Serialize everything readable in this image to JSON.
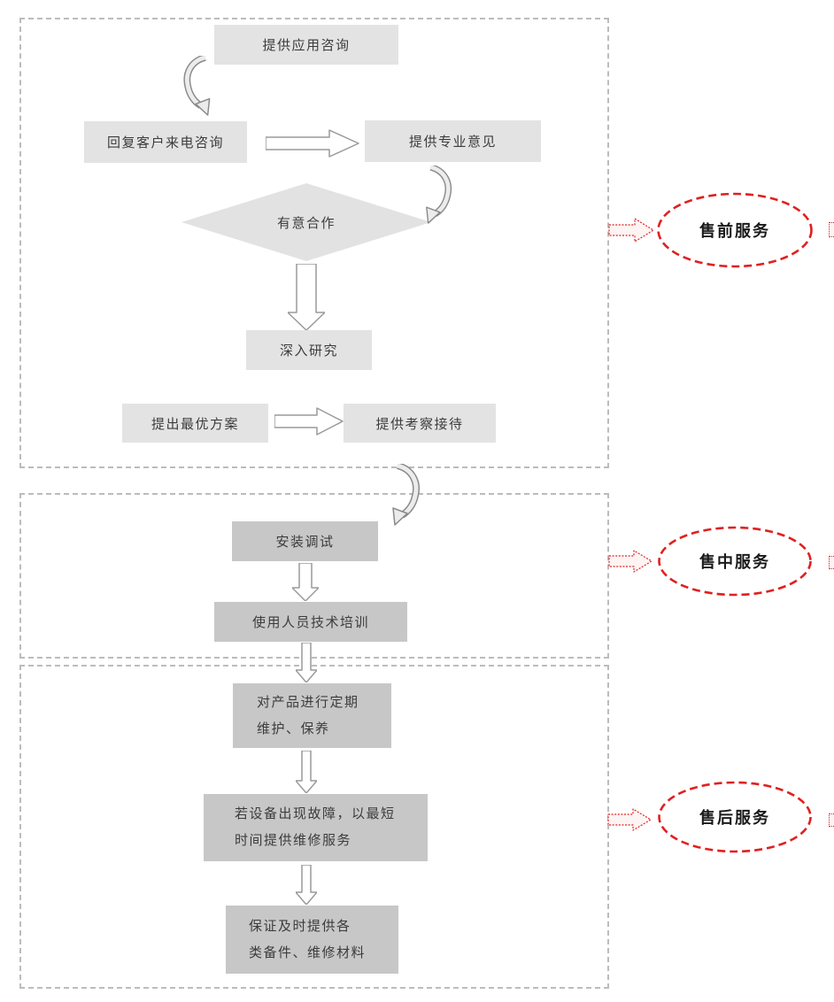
{
  "colors": {
    "accent_red": "#e02020",
    "box_light_fill": "#e3e3e3",
    "box_dark_fill": "#c7c7c7",
    "section_border_gray": "#bcbcbc",
    "arrow_outline_gray": "#9a9a9a",
    "text_dark": "#3c3c3c"
  },
  "pre_sales": {
    "badge": "售前服务",
    "consult": "提供应用咨询",
    "reply": "回复客户来电咨询",
    "advice": "提供专业意见",
    "decision": "有意合作",
    "research": "深入研究",
    "proposal": "提出最优方案",
    "reception": "提供考察接待"
  },
  "in_sales": {
    "badge": "售中服务",
    "install": "安装调试",
    "training": "使用人员技术培训"
  },
  "after_sales": {
    "badge": "售后服务",
    "maintain_line1": "对产品进行定期",
    "maintain_line2": "维护、保养",
    "repair_line1": "若设备出现故障，以最短",
    "repair_line2": "时间提供维修服务",
    "spares_line1": "保证及时提供各",
    "spares_line2": "类备件、维修材料"
  }
}
